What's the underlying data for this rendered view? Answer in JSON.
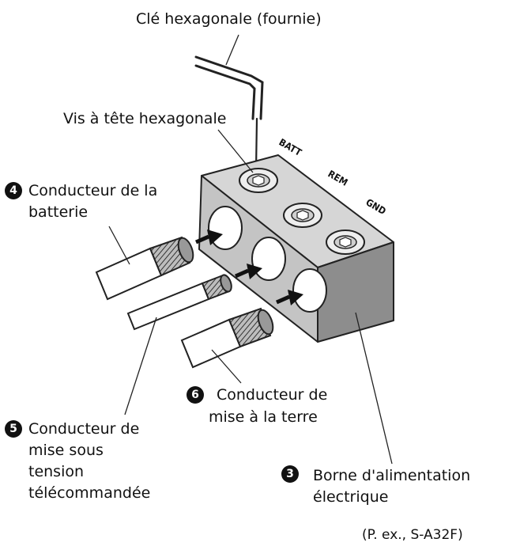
{
  "labels": {
    "hex_key": "Clé hexagonale (fournie)",
    "hex_screw": "Vis à tête hexagonale",
    "battery_lead": {
      "number": "4",
      "line1": "Conducteur de la",
      "line2": "batterie"
    },
    "remote_lead": {
      "number": "5",
      "line1": "Conducteur de",
      "line2": "mise sous",
      "line3": "tension",
      "line4": "télécommandée"
    },
    "ground_lead": {
      "number": "6",
      "line1": "Conducteur de",
      "line2": "mise à la terre"
    },
    "power_terminal": {
      "number": "3",
      "line1": "Borne d'alimentation",
      "line2": "électrique"
    },
    "model_note": "(P. ex., S-A32F)"
  },
  "terminals": [
    "BATT",
    "REM",
    "GND"
  ]
}
